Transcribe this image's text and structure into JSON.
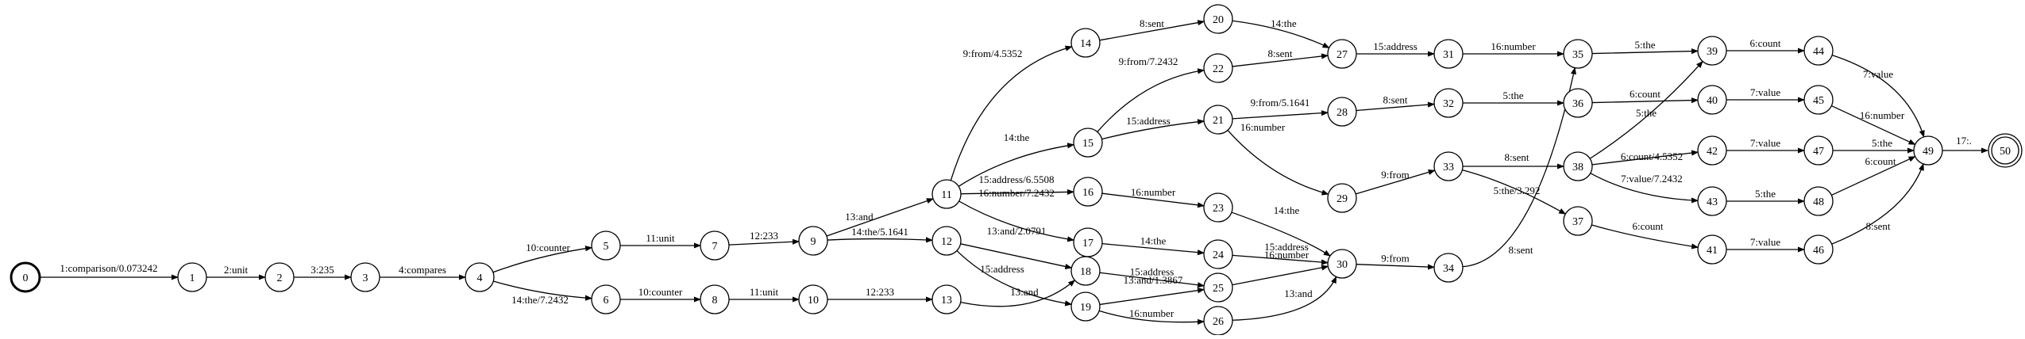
{
  "graph": {
    "start_node": "0",
    "final_node": "50",
    "nodes": [
      {
        "id": "0"
      },
      {
        "id": "1"
      },
      {
        "id": "2"
      },
      {
        "id": "3"
      },
      {
        "id": "4"
      },
      {
        "id": "5"
      },
      {
        "id": "6"
      },
      {
        "id": "7"
      },
      {
        "id": "8"
      },
      {
        "id": "9"
      },
      {
        "id": "10"
      },
      {
        "id": "11"
      },
      {
        "id": "12"
      },
      {
        "id": "13"
      },
      {
        "id": "14"
      },
      {
        "id": "15"
      },
      {
        "id": "16"
      },
      {
        "id": "17"
      },
      {
        "id": "18"
      },
      {
        "id": "19"
      },
      {
        "id": "20"
      },
      {
        "id": "21"
      },
      {
        "id": "22"
      },
      {
        "id": "23"
      },
      {
        "id": "24"
      },
      {
        "id": "25"
      },
      {
        "id": "26"
      },
      {
        "id": "27"
      },
      {
        "id": "28"
      },
      {
        "id": "29"
      },
      {
        "id": "30"
      },
      {
        "id": "31"
      },
      {
        "id": "32"
      },
      {
        "id": "33"
      },
      {
        "id": "34"
      },
      {
        "id": "35"
      },
      {
        "id": "36"
      },
      {
        "id": "37"
      },
      {
        "id": "38"
      },
      {
        "id": "39"
      },
      {
        "id": "40"
      },
      {
        "id": "41"
      },
      {
        "id": "42"
      },
      {
        "id": "43"
      },
      {
        "id": "44"
      },
      {
        "id": "45"
      },
      {
        "id": "46"
      },
      {
        "id": "47"
      },
      {
        "id": "48"
      },
      {
        "id": "49"
      },
      {
        "id": "50"
      }
    ],
    "edges": [
      {
        "from": "0",
        "to": "1",
        "label": "1:comparison/0.073242"
      },
      {
        "from": "1",
        "to": "2",
        "label": "2:unit"
      },
      {
        "from": "2",
        "to": "3",
        "label": "3:235"
      },
      {
        "from": "3",
        "to": "4",
        "label": "4:compares"
      },
      {
        "from": "4",
        "to": "5",
        "label": "10:counter"
      },
      {
        "from": "4",
        "to": "6",
        "label": "14:the/7.2432"
      },
      {
        "from": "5",
        "to": "7",
        "label": "11:unit"
      },
      {
        "from": "6",
        "to": "8",
        "label": "10:counter"
      },
      {
        "from": "7",
        "to": "9",
        "label": "12:233"
      },
      {
        "from": "8",
        "to": "10",
        "label": "11:unit"
      },
      {
        "from": "10",
        "to": "13",
        "label": "12:233"
      },
      {
        "from": "9",
        "to": "11",
        "label": "13:and"
      },
      {
        "from": "9",
        "to": "12",
        "label": "14:the/5.1641"
      },
      {
        "from": "11",
        "to": "14",
        "label": "9:from/4.5352"
      },
      {
        "from": "11",
        "to": "15",
        "label": "14:the"
      },
      {
        "from": "11",
        "to": "16",
        "label": "15:address/6.5508"
      },
      {
        "from": "11",
        "to": "17",
        "label": "16:number/7.2432"
      },
      {
        "from": "12",
        "to": "18",
        "label": "13:and/2.0791"
      },
      {
        "from": "12",
        "to": "19",
        "label": "15:address"
      },
      {
        "from": "13",
        "to": "18",
        "label": "13:and"
      },
      {
        "from": "14",
        "to": "20",
        "label": "8:sent"
      },
      {
        "from": "15",
        "to": "22",
        "label": "9:from/7.2432"
      },
      {
        "from": "15",
        "to": "21",
        "label": "15:address"
      },
      {
        "from": "16",
        "to": "23",
        "label": "16:number"
      },
      {
        "from": "17",
        "to": "24",
        "label": "14:the"
      },
      {
        "from": "18",
        "to": "25",
        "label": "15:address"
      },
      {
        "from": "19",
        "to": "25",
        "label": "13:and/1.3867"
      },
      {
        "from": "19",
        "to": "26",
        "label": "16:number"
      },
      {
        "from": "20",
        "to": "27",
        "label": "14:the"
      },
      {
        "from": "22",
        "to": "27",
        "label": "8:sent"
      },
      {
        "from": "21",
        "to": "28",
        "label": "9:from/5.1641"
      },
      {
        "from": "21",
        "to": "29",
        "label": "16:number"
      },
      {
        "from": "23",
        "to": "30",
        "label": "14:the"
      },
      {
        "from": "24",
        "to": "30",
        "label": "15:address"
      },
      {
        "from": "25",
        "to": "30",
        "label": "16:number"
      },
      {
        "from": "26",
        "to": "30",
        "label": "13:and"
      },
      {
        "from": "27",
        "to": "31",
        "label": "15:address"
      },
      {
        "from": "28",
        "to": "32",
        "label": "8:sent"
      },
      {
        "from": "29",
        "to": "33",
        "label": "9:from"
      },
      {
        "from": "30",
        "to": "34",
        "label": "9:from"
      },
      {
        "from": "31",
        "to": "35",
        "label": "16:number"
      },
      {
        "from": "32",
        "to": "36",
        "label": "5:the"
      },
      {
        "from": "33",
        "to": "38",
        "label": "8:sent"
      },
      {
        "from": "33",
        "to": "37",
        "label": "5:the/3.292"
      },
      {
        "from": "34",
        "to": "35",
        "label": "8:sent"
      },
      {
        "from": "35",
        "to": "39",
        "label": "5:the"
      },
      {
        "from": "36",
        "to": "40",
        "label": "6:count"
      },
      {
        "from": "38",
        "to": "39",
        "label": "5:the"
      },
      {
        "from": "38",
        "to": "42",
        "label": "6:count/4.5352"
      },
      {
        "from": "38",
        "to": "43",
        "label": "7:value/7.2432"
      },
      {
        "from": "37",
        "to": "41",
        "label": "6:count"
      },
      {
        "from": "39",
        "to": "44",
        "label": "6:count"
      },
      {
        "from": "40",
        "to": "45",
        "label": "7:value"
      },
      {
        "from": "42",
        "to": "47",
        "label": "7:value"
      },
      {
        "from": "43",
        "to": "48",
        "label": "5:the"
      },
      {
        "from": "41",
        "to": "46",
        "label": "7:value"
      },
      {
        "from": "44",
        "to": "49",
        "label": "7:value"
      },
      {
        "from": "45",
        "to": "49",
        "label": "16:number"
      },
      {
        "from": "47",
        "to": "49",
        "label": "5:the"
      },
      {
        "from": "48",
        "to": "49",
        "label": "6:count"
      },
      {
        "from": "46",
        "to": "49",
        "label": "8:sent"
      },
      {
        "from": "49",
        "to": "50",
        "label": "17:."
      }
    ]
  }
}
